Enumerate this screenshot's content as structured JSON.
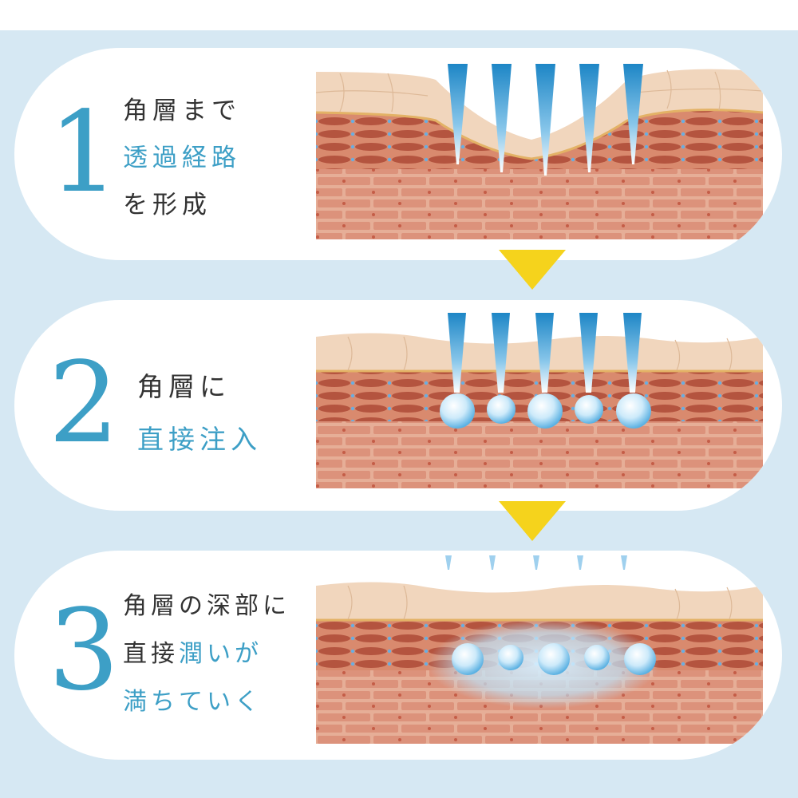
{
  "steps": [
    {
      "number": "1",
      "lines": [
        [
          {
            "text": "角層まで",
            "color": "dark"
          }
        ],
        [
          {
            "text": "透過経路",
            "color": "blue"
          }
        ],
        [
          {
            "text": "を形成",
            "color": "dark"
          }
        ]
      ]
    },
    {
      "number": "2",
      "lines": [
        [
          {
            "text": "角層に",
            "color": "dark"
          }
        ],
        [
          {
            "text": "直接注入",
            "color": "blue"
          }
        ]
      ]
    },
    {
      "number": "3",
      "lines": [
        [
          {
            "text": "角層の深部に",
            "color": "dark"
          }
        ],
        [
          {
            "text": "直接",
            "color": "dark"
          },
          {
            "text": "潤いが",
            "color": "blue"
          }
        ],
        [
          {
            "text": "満ちていく",
            "color": "blue"
          }
        ]
      ]
    }
  ],
  "colors": {
    "accent_blue": "#3d9fc6",
    "text_dark": "#333333",
    "arrow_yellow": "#f5d31c",
    "background": "#d6e8f3",
    "skin_top": "#f1d6bd",
    "skin_mid": "#d9876a",
    "skin_cells": "#bc5a45",
    "skin_bottom": "#e2a48c"
  }
}
